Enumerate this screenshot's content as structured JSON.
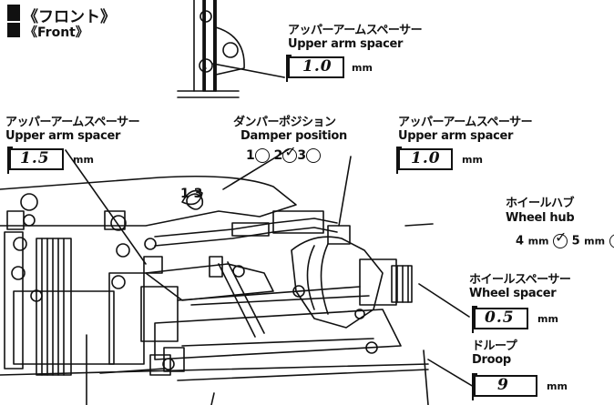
{
  "header": {
    "title_jp": "《フロント》",
    "title_en": "《Front》"
  },
  "upper_arm_spacer_top": {
    "label_jp": "アッパーアームスペーサー",
    "label_en": "Upper arm spacer",
    "value": "1.0",
    "unit": "mm"
  },
  "upper_arm_spacer_left": {
    "label_jp": "アッパーアームスペーサー",
    "label_en": "Upper arm spacer",
    "value": "1.5",
    "unit": "mm"
  },
  "damper_position": {
    "label_jp": "ダンパーポジション",
    "label_en": "Damper position",
    "options": [
      "1",
      "2",
      "3"
    ],
    "selected": "2",
    "hole_label": "1 3"
  },
  "upper_arm_spacer_right": {
    "label_jp": "アッパーアームスペーサー",
    "label_en": "Upper arm spacer",
    "value": "1.0",
    "unit": "mm"
  },
  "wheel_hub": {
    "label_jp": "ホイールハブ",
    "label_en": "Wheel hub",
    "option_a": "4",
    "option_b": "5",
    "unit": "mm",
    "selected": "4"
  },
  "wheel_spacer": {
    "label_jp": "ホイールスペーサー",
    "label_en": "Wheel spacer",
    "value": "0.5",
    "unit": "mm"
  },
  "droop": {
    "label_jp": "ドループ",
    "label_en": "Droop",
    "value": "9",
    "unit": "mm"
  }
}
